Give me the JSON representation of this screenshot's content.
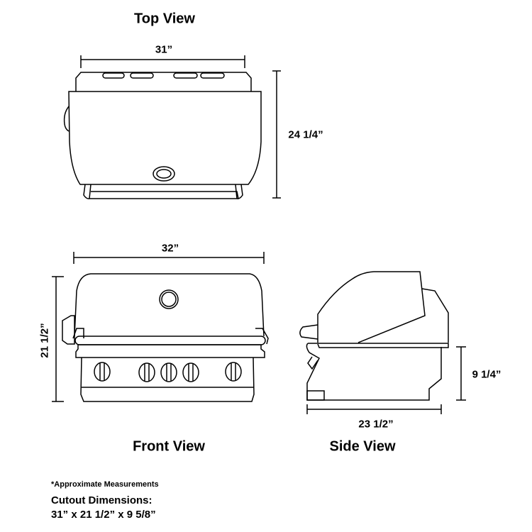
{
  "top_view": {
    "title": "Top View",
    "width_label": "31”",
    "depth_label": "24 1/4”"
  },
  "front_view": {
    "title": "Front View",
    "width_label": "32”",
    "height_label": "21 1/2”"
  },
  "side_view": {
    "title": "Side View",
    "height_label": "9 1/4”",
    "depth_label": "23 1/2”"
  },
  "notes": {
    "approximate": "*Approximate Measurements",
    "cutout_heading": "Cutout Dimensions:",
    "cutout_value": "31” x 21 1/2” x 9 5/8”"
  }
}
